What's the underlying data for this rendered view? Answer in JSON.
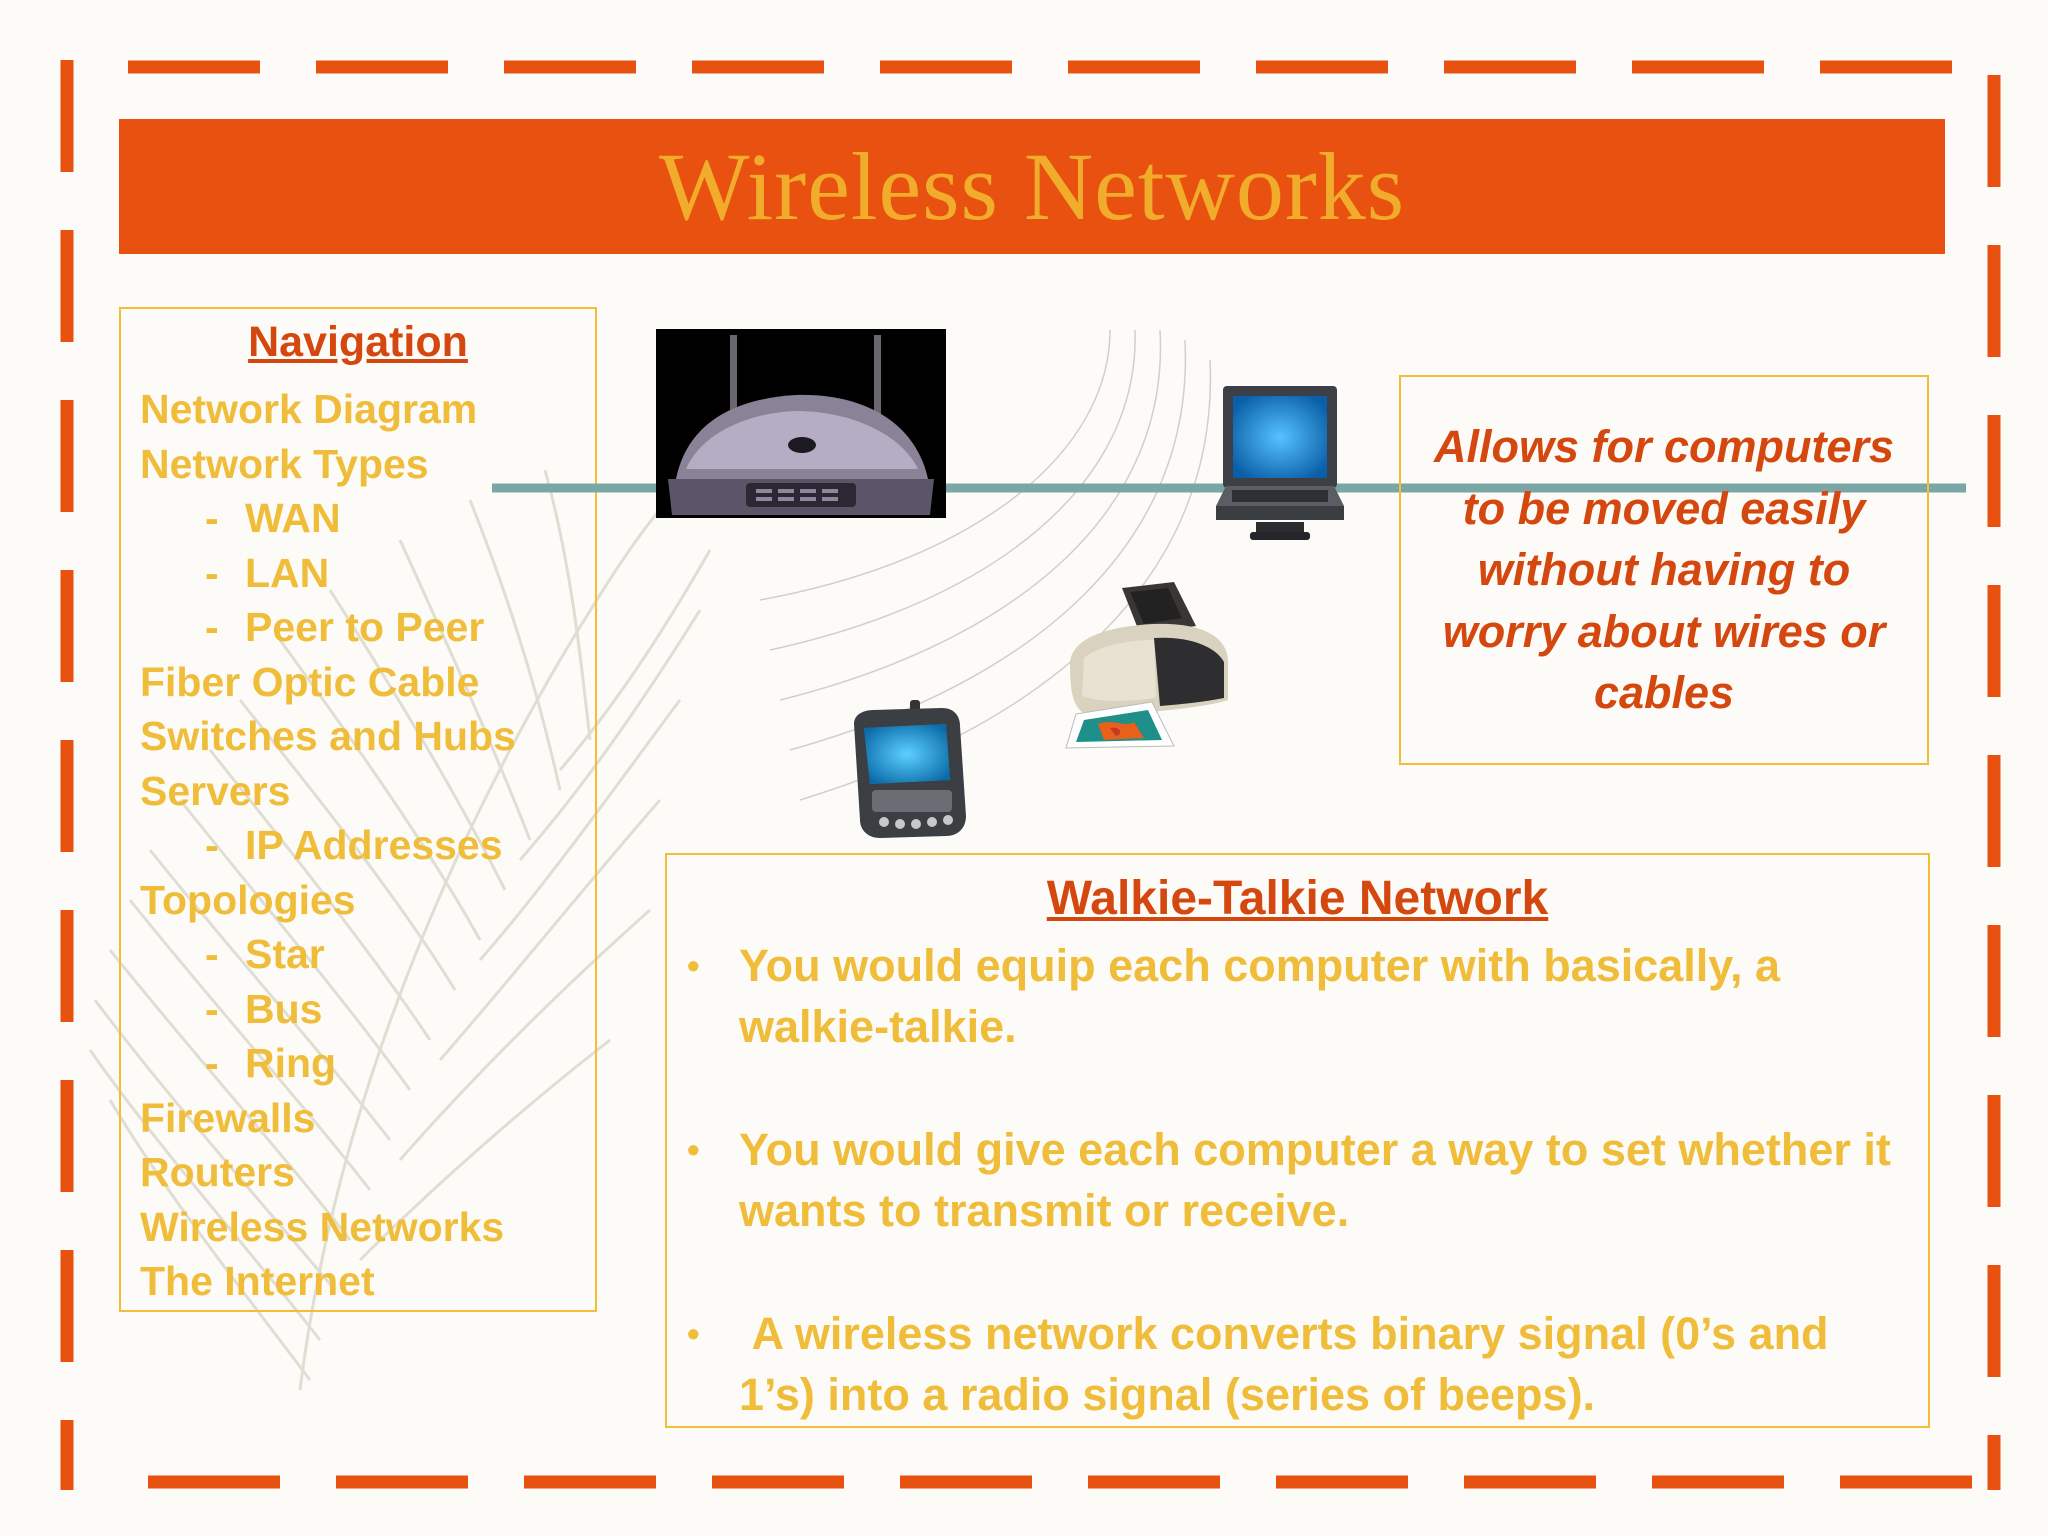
{
  "title": "Wireless Networks",
  "navigation": {
    "heading": "Navigation",
    "items": [
      {
        "label": "Network Diagram",
        "sub": false
      },
      {
        "label": "Network Types",
        "sub": false
      },
      {
        "label": "WAN",
        "sub": true
      },
      {
        "label": "LAN",
        "sub": true
      },
      {
        "label": "Peer to Peer",
        "sub": true
      },
      {
        "label": "Fiber Optic Cable",
        "sub": false
      },
      {
        "label": "Switches and Hubs",
        "sub": false
      },
      {
        "label": "Servers",
        "sub": false
      },
      {
        "label": "IP Addresses",
        "sub": true
      },
      {
        "label": "Topologies",
        "sub": false
      },
      {
        "label": "Star",
        "sub": true
      },
      {
        "label": "Bus",
        "sub": true
      },
      {
        "label": "Ring",
        "sub": true
      },
      {
        "label": "Firewalls",
        "sub": false
      },
      {
        "label": "Routers",
        "sub": false
      },
      {
        "label": "Wireless Networks",
        "sub": false
      },
      {
        "label": "The Internet",
        "sub": false
      }
    ]
  },
  "fact": {
    "text": "Allows for computers to be moved easily without having to worry about wires or cables"
  },
  "info": {
    "heading": "Walkie-Talkie Network",
    "bullets": [
      "You would equip each computer with basically, a walkie-talkie.",
      "You would give each computer a way to set whether it wants to transmit or receive.",
      " A wireless network converts binary signal (0’s and 1’s) into a radio signal (series of beeps)."
    ]
  },
  "icons": {
    "router": "wireless-router-icon",
    "laptop": "laptop-icon",
    "printer": "printer-icon",
    "pda": "pda-icon",
    "feather": "feather-watermark"
  },
  "colors": {
    "accent": "#e8510f",
    "title_text": "#f1ac2b",
    "nav_text": "#efbd3a",
    "heading_red": "#d4480f",
    "box_border": "#f2be3a",
    "line_teal": "#7aa7a6"
  }
}
